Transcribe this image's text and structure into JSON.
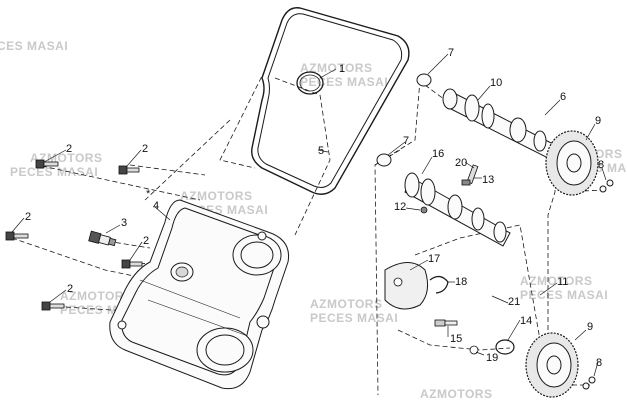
{
  "watermark": {
    "line1": "AZMOTORS",
    "line2": "PECES MASAI"
  },
  "callouts": {
    "c1": "1",
    "c2a": "2",
    "c2b": "2",
    "c2c": "2",
    "c2d": "2",
    "c2e": "2",
    "c3": "3",
    "c4": "4",
    "c4star": "*",
    "c5": "5",
    "c6": "6",
    "c7a": "7",
    "c7b": "7",
    "c8a": "8",
    "c8b": "8",
    "c9a": "9",
    "c9b": "9",
    "c10": "10",
    "c11": "11",
    "c12": "12",
    "c13": "13",
    "c14": "14",
    "c15": "15",
    "c16": "16",
    "c17": "17",
    "c18": "18",
    "c19": "19",
    "c20": "20",
    "c21": "21"
  }
}
